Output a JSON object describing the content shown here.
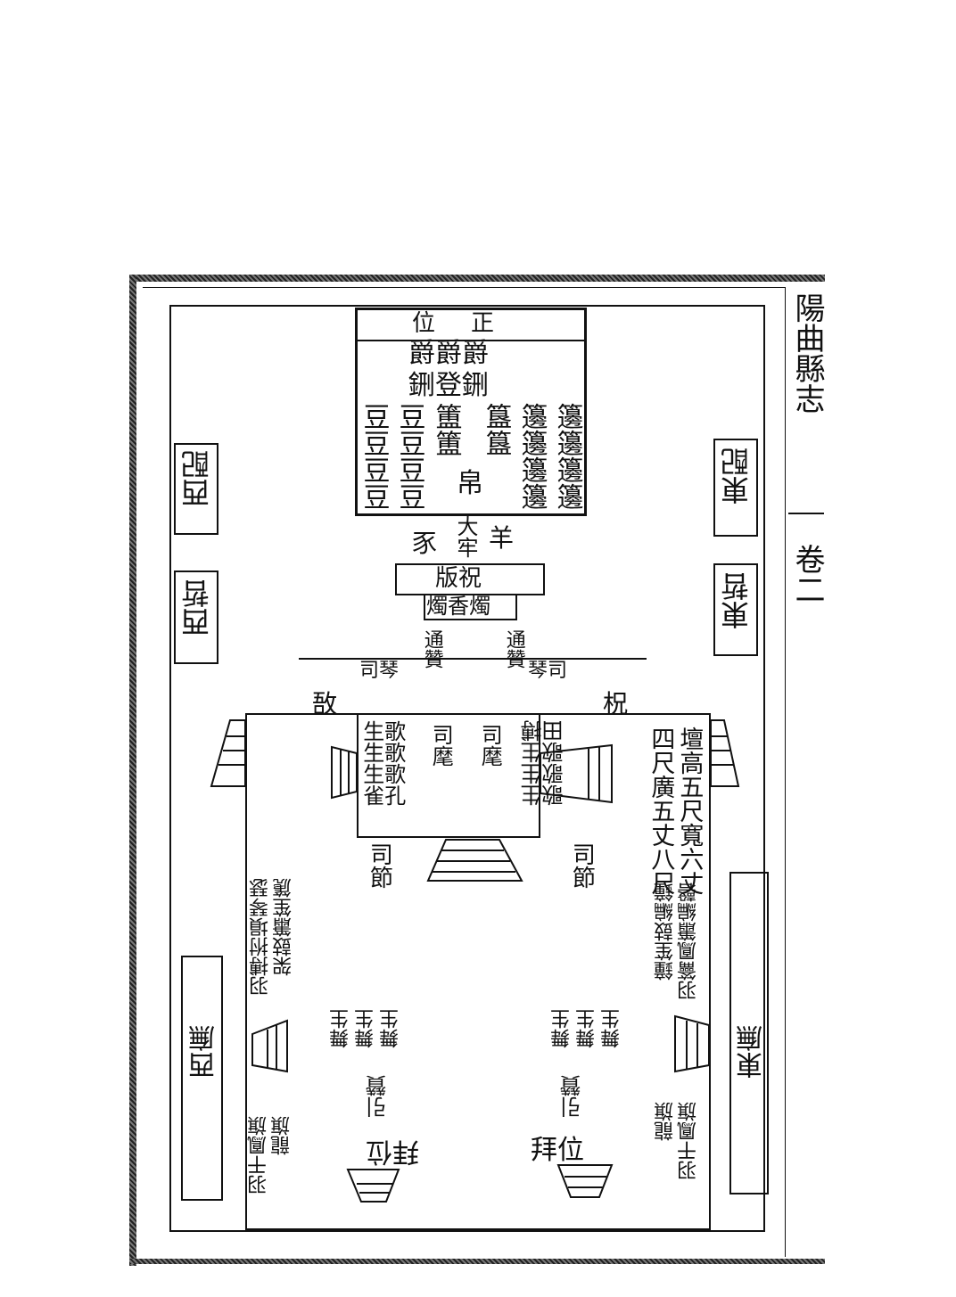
{
  "page_header": {
    "title": "陽曲縣志",
    "volume": "卷二"
  },
  "main_altar": {
    "header": "正位",
    "rows": [
      "爵爵爵",
      "鉶登鉶"
    ],
    "grid_columns": [
      "籩籩籩籩",
      "籩籩籩籩",
      "簋簋",
      "簠簠",
      "豆豆豆豆",
      "豆豆豆豆"
    ],
    "silk": "帛"
  },
  "sacrifice": {
    "sheep": "羊",
    "great": "大牢",
    "pig": "豕"
  },
  "prayer_table": {
    "top": "祝版",
    "bottom": "香燭"
  },
  "officiants": {
    "announcer_left": "通贊",
    "announcer_right": "通贊",
    "qin_left": "司琴",
    "qin_right": "司琴",
    "zhu": "柷",
    "yu": "敔",
    "flag_left": "司麾",
    "flag_right": "司麾",
    "jie_left": "司節",
    "jie_right": "司節",
    "usher_left": "引贊",
    "usher_right": "引贊",
    "bow_left": "拜位",
    "bow_right": "拜位"
  },
  "singers_left": [
    "歌歌歌孔",
    "生生生雀"
  ],
  "singers_right": [
    "歌歌歌田",
    "生生生搏"
  ],
  "altar_note": [
    "壇高五尺寬六丈",
    "四尺廣五丈八尺"
  ],
  "side_halls": {
    "west_pei": "西配",
    "west_zhe": "西哲",
    "west_wu": "西廡",
    "east_pei": "東配",
    "east_zhe": "東哲",
    "east_wu": "東廡"
  },
  "instruments_left": [
    "羽搏拊塤琴瑟",
    "架鼓簫笙篪"
  ],
  "instruments_right": [
    "羽籥鳳簫編磬",
    "鐘笙鼓編鐘"
  ],
  "dancers_left": [
    "舞生",
    "舞生",
    "舞生"
  ],
  "dancers_right": [
    "舞生",
    "舞生",
    "舞生"
  ],
  "banners_left": [
    "羽干鳳旗",
    "龍旗"
  ],
  "banners_right": [
    "羽干鳳旗",
    "龍旗"
  ]
}
